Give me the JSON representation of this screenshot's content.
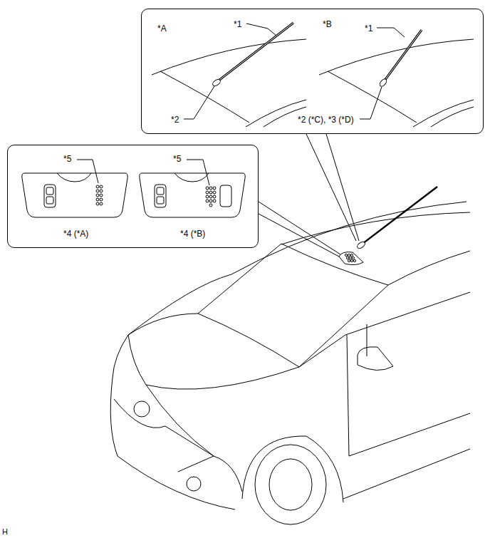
{
  "diagram": {
    "nodes": [
      {
        "text": [
          "*A",
          "*1",
          "*2",
          "*B",
          "*1",
          "*2 (*C), *3 (*D)"
        ]
      },
      {
        "text": [
          "*5",
          "*4 (*A)",
          "*5",
          "*4 (*B)"
        ]
      }
    ],
    "labels": [
      "H"
    ]
  }
}
